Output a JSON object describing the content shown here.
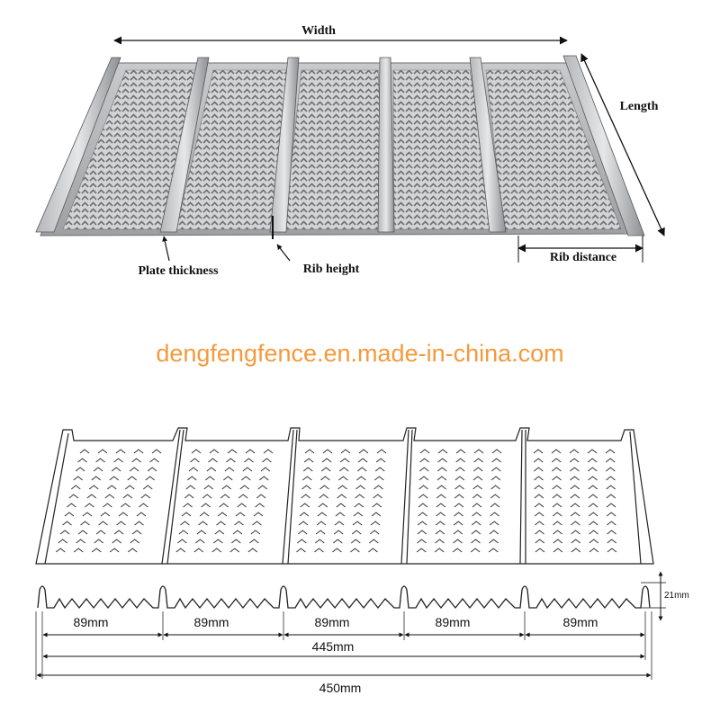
{
  "top_diagram": {
    "labels": {
      "width": "Width",
      "length": "Length",
      "plate_thickness": "Plate thickness",
      "rib_height": "Rib height",
      "rib_distance": "Rib distance"
    }
  },
  "watermark": "dengfengfence.en.made-in-china.com",
  "bottom_diagram": {
    "rib_height_dim": "21mm",
    "segment_dims": [
      "89mm",
      "89mm",
      "89mm",
      "89mm",
      "89mm"
    ],
    "inner_width_dim": "445mm",
    "total_width_dim": "450mm"
  },
  "colors": {
    "watermark": "#f39a3c",
    "metal_light": "#d9dadc",
    "metal_dark": "#8a8c90",
    "line": "#222222"
  }
}
